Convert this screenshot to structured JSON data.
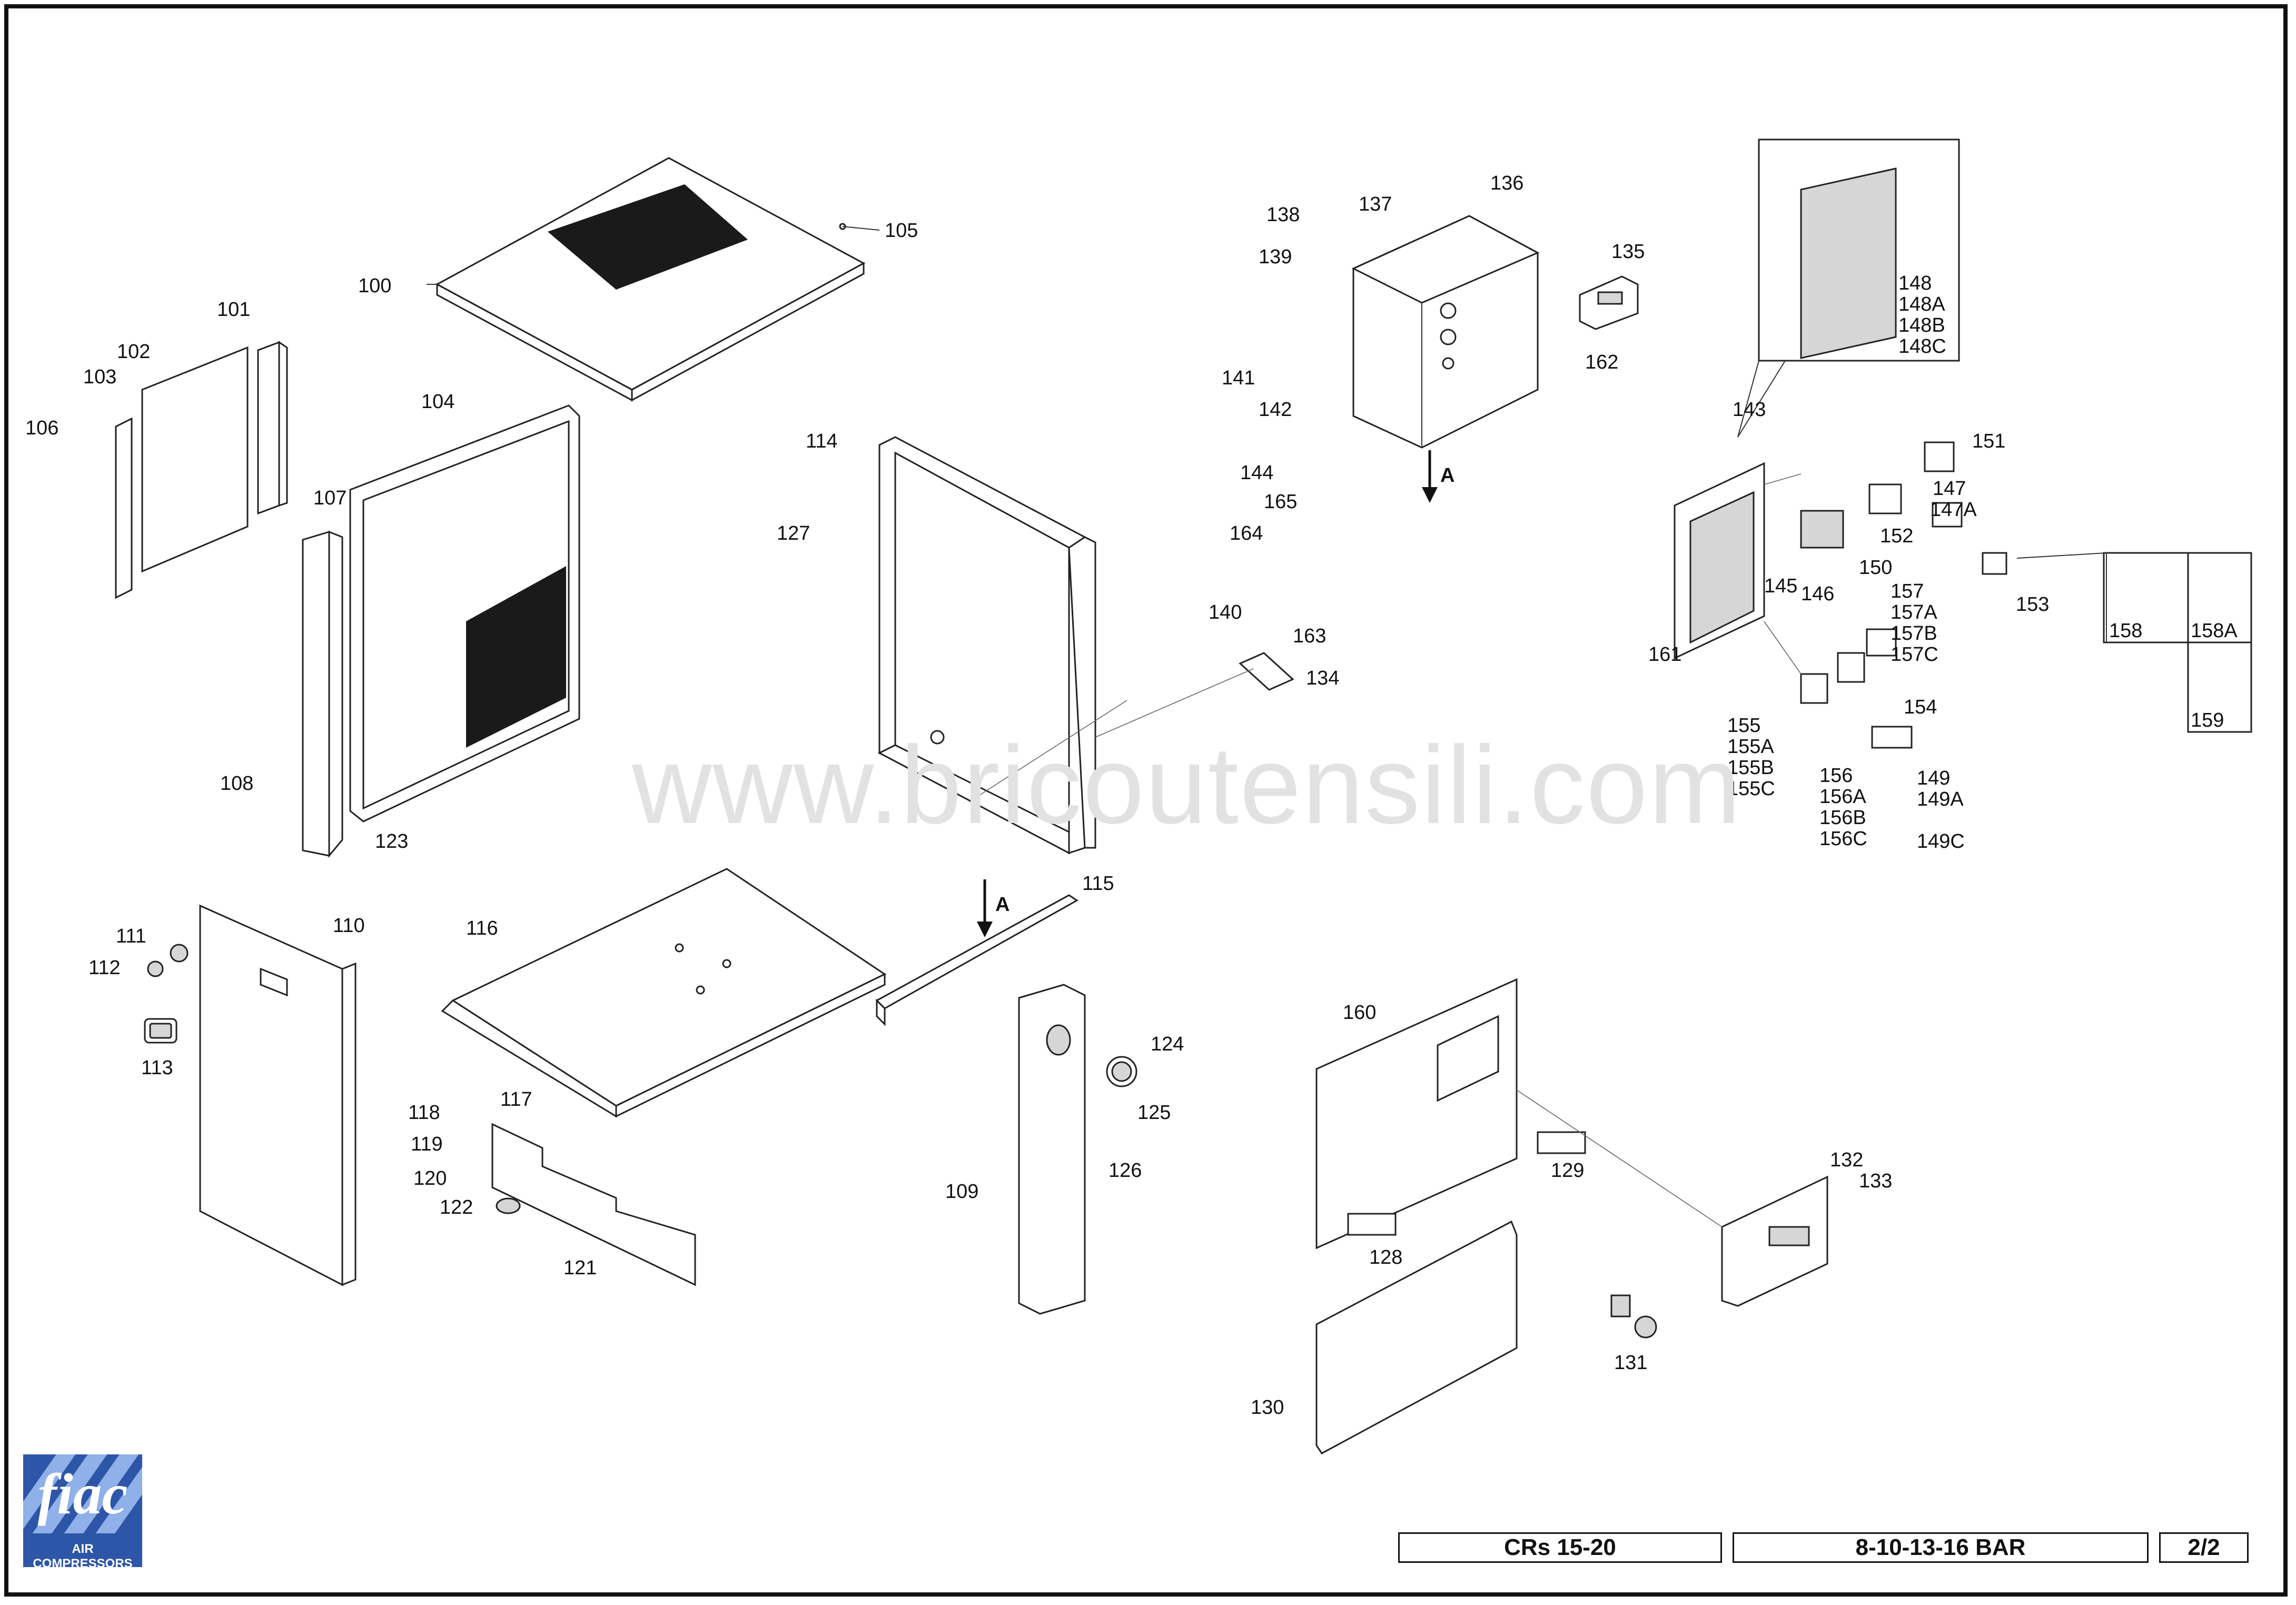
{
  "drawing": {
    "watermark": "www.bricoutensili.com",
    "title_block": {
      "model": "CRs 15-20",
      "pressures": "8-10-13-16 BAR",
      "sheet": "2/2"
    },
    "logo": {
      "brand": "fiac",
      "tagline": "AIR COMPRESSORS"
    },
    "view_marker": "A",
    "part_labels": [
      "100",
      "101",
      "102",
      "103",
      "104",
      "105",
      "106",
      "107",
      "108",
      "109",
      "110",
      "111",
      "112",
      "113",
      "114",
      "115",
      "116",
      "117",
      "118",
      "119",
      "120",
      "121",
      "122",
      "123",
      "124",
      "125",
      "126",
      "127",
      "128",
      "129",
      "130",
      "131",
      "132",
      "133",
      "134",
      "135",
      "136",
      "137",
      "138",
      "139",
      "140",
      "141",
      "142",
      "143",
      "144",
      "145",
      "146",
      "147",
      "147A",
      "148",
      "148A",
      "148B",
      "148C",
      "149",
      "149A",
      "149C",
      "150",
      "151",
      "152",
      "153",
      "154",
      "155",
      "155A",
      "155B",
      "155C",
      "156",
      "156A",
      "156B",
      "156C",
      "157",
      "157A",
      "157B",
      "157C",
      "158",
      "158A",
      "159",
      "160",
      "161",
      "162",
      "163",
      "164",
      "165"
    ]
  }
}
